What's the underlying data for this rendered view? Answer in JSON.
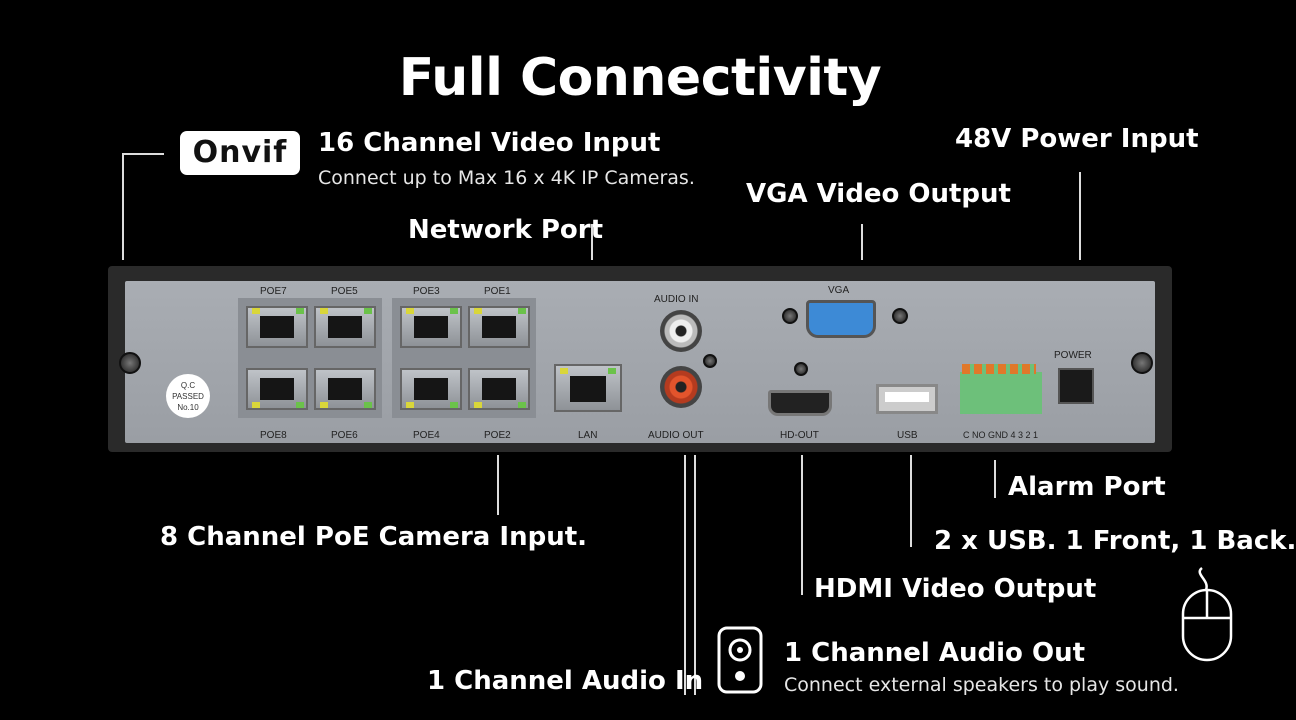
{
  "title": "Full Connectivity",
  "onvif_logo": "Onvif",
  "callouts": {
    "video_input": {
      "label": "16 Channel Video Input",
      "sub": "Connect up to Max 16 x 4K IP Cameras."
    },
    "power_input": "48V Power Input",
    "vga_output": "VGA Video Output",
    "network_port": "Network Port",
    "poe_input": "8 Channel PoE Camera Input.",
    "alarm_port": "Alarm Port",
    "usb": "2 x USB. 1 Front, 1 Back.",
    "hdmi_output": "HDMI Video Output",
    "audio_out": {
      "label": "1 Channel Audio Out",
      "sub": "Connect external speakers to play sound."
    },
    "audio_in": "1 Channel Audio In"
  },
  "device": {
    "qc": [
      "Q.C",
      "PASSED",
      "No.10"
    ],
    "poe_top": [
      "POE7",
      "POE5",
      "POE3",
      "POE1"
    ],
    "poe_bottom": [
      "POE8",
      "POE6",
      "POE4",
      "POE2"
    ],
    "lan": "LAN",
    "audio_in": "AUDIO IN",
    "audio_out": "AUDIO OUT",
    "vga": "VGA",
    "hdmi": "HD-OUT",
    "usb": "USB",
    "alarm": "C NO GND 4 3 2 1",
    "power": "POWER"
  },
  "icons": [
    "onvif-logo",
    "speaker-icon",
    "mouse-icon"
  ]
}
